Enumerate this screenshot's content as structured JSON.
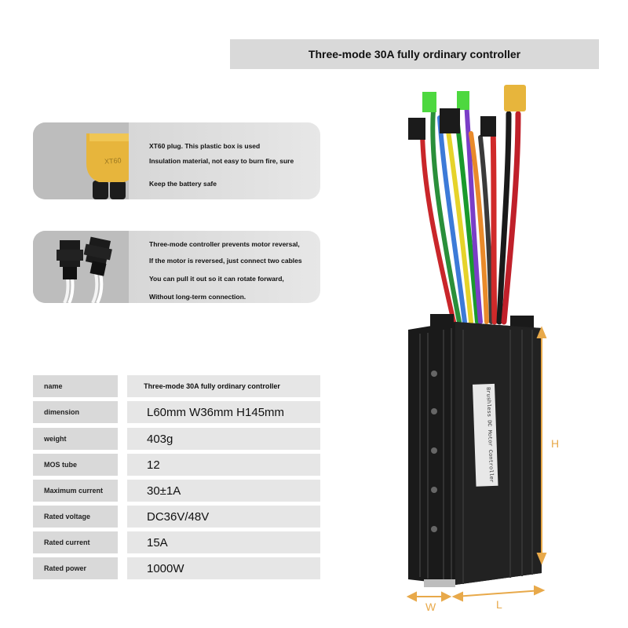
{
  "title": "Three-mode 30A fully ordinary controller",
  "features": [
    {
      "icon": "xt60-plug-icon",
      "plug_label": "XT60",
      "lines": [
        "XT60 plug. This plastic box is used",
        "Insulation material, not easy to burn fire, sure",
        "Keep the battery safe"
      ]
    },
    {
      "icon": "connector-plug-icon",
      "lines": [
        "Three-mode controller prevents motor reversal,",
        "If the motor is reversed, just connect two cables",
        "You can pull it out so it can rotate forward,",
        "Without long-term connection."
      ]
    }
  ],
  "specs": [
    {
      "label": "name",
      "value": "Three-mode 30A fully ordinary controller"
    },
    {
      "label": "dimension",
      "value": "L60mm  W36mm  H145mm"
    },
    {
      "label": "weight",
      "value": "403g"
    },
    {
      "label": "MOS tube",
      "value": "12"
    },
    {
      "label": "Maximum current",
      "value": "30±1A"
    },
    {
      "label": "Rated voltage",
      "value": "DC36V/48V"
    },
    {
      "label": "Rated current",
      "value": "15A"
    },
    {
      "label": "Rated power",
      "value": "1000W"
    }
  ],
  "product": {
    "label_line1": "Brushless DC Motor Controller",
    "dim_h": "H",
    "dim_w": "W",
    "dim_l": "L",
    "dim_color": "#e8a94a",
    "housing_color": "#1a1a1a"
  }
}
